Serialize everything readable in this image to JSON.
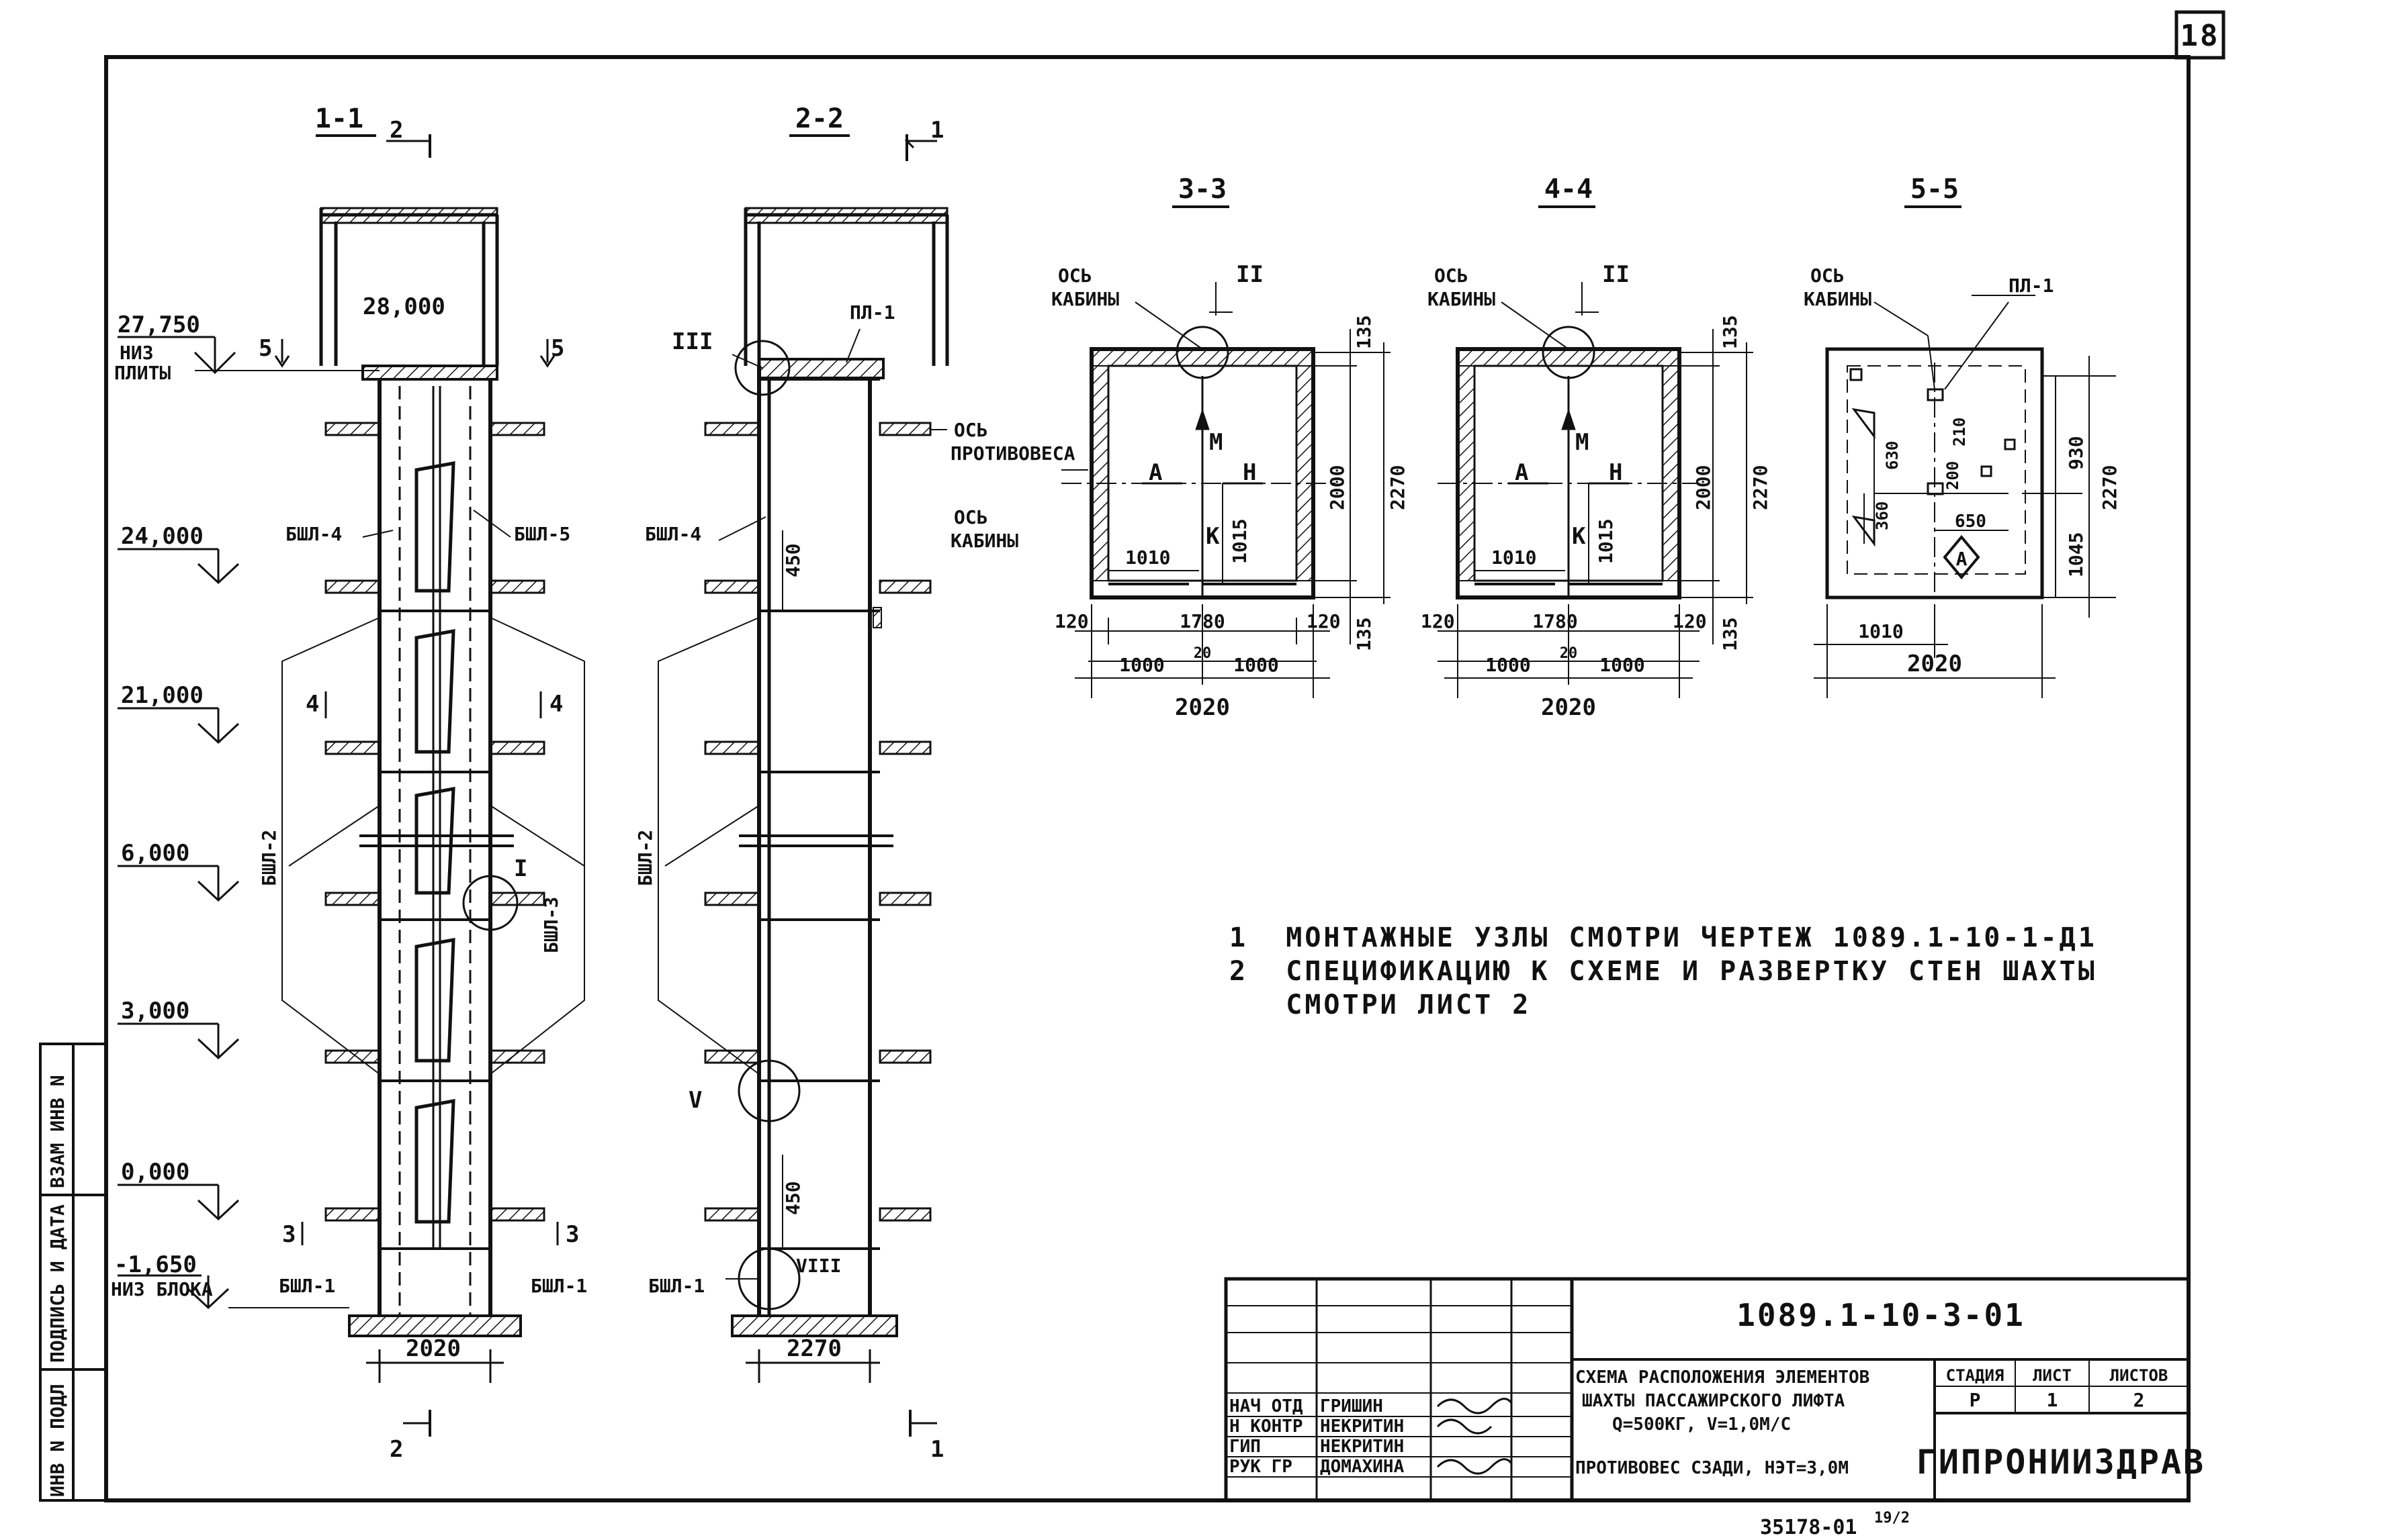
{
  "sheet": {
    "page_number": "18",
    "bottom_number": "35178-01",
    "bottom_suffix": "19/2"
  },
  "side_stamp": [
    "ИНВ N ПОДЛ",
    "ПОДПИСЬ И ДАТА",
    "ВЗАМ ИНВ N"
  ],
  "section_1_1": {
    "title": "1-1",
    "cut_top": "2",
    "cut_bottom": "2",
    "top_elev": "28,000",
    "slab_elev": "27,750",
    "slab_note_1": "НИЗ",
    "slab_note_2": "ПЛИТЫ",
    "levels": [
      "24,000",
      "21,000",
      "6,000",
      "3,000",
      "0,000"
    ],
    "bottom_elev": "-1,650",
    "bottom_note": "НИЗ БЛОКА",
    "mark_5": "5",
    "mark_4": "4",
    "mark_3": "3",
    "labels": {
      "bshl4": "БШЛ-4",
      "bshl5": "БШЛ-5",
      "bshl2": "БШЛ-2",
      "bshl3": "БШЛ-3",
      "bshl1_left": "БШЛ-1",
      "bshl1_right": "БШЛ-1",
      "node_1": "I"
    },
    "width_dim": "2020"
  },
  "section_2_2": {
    "title": "2-2",
    "cut_top": "1",
    "cut_bottom": "1",
    "pl1": "ПЛ-1",
    "node_3": "III",
    "node_5": "V",
    "node_8": "VIII",
    "bshl4": "БШЛ-4",
    "bshl2": "БШЛ-2",
    "bshl1": "БШЛ-1",
    "dim_450_top": "450",
    "dim_450_bottom": "450",
    "width_dim": "2270",
    "axis_counterweight_1": "ОСЬ",
    "axis_counterweight_2": "ПРОТИВОВЕСА",
    "axis_cabin_1": "ОСЬ",
    "axis_cabin_2": "КАБИНЫ"
  },
  "plan_3_3": {
    "title": "3-3",
    "axis_1": "ОСЬ",
    "axis_2": "КАБИНЫ",
    "node": "II",
    "dim_135_top": "135",
    "dim_2000": "2000",
    "dim_2270": "2270",
    "dim_1015": "1015",
    "dim_1010": "1010",
    "dim_135_bot": "135",
    "dim_120_l": "120",
    "dim_1780": "1780",
    "dim_120_r": "120",
    "dim_1000_l": "1000",
    "dim_20": "20",
    "dim_1000_r": "1000",
    "dim_2020": "2020",
    "letter_m": "М",
    "letter_a": "А",
    "letter_n": "Н",
    "letter_k": "К"
  },
  "plan_4_4": {
    "title": "4-4",
    "axis_1": "ОСЬ",
    "axis_2": "КАБИНЫ",
    "node": "II",
    "dim_135_top": "135",
    "dim_2000": "2000",
    "dim_2270": "2270",
    "dim_1015": "1015",
    "dim_1010": "1010",
    "dim_135_bot": "135",
    "dim_120_l": "120",
    "dim_1780": "1780",
    "dim_120_r": "120",
    "dim_1000_l": "1000",
    "dim_20": "20",
    "dim_1000_r": "1000",
    "dim_2020": "2020",
    "letter_m": "М",
    "letter_a": "А",
    "letter_n": "Н",
    "letter_k": "К"
  },
  "plan_5_5": {
    "title": "5-5",
    "axis_1": "ОСЬ",
    "axis_2": "КАБИНЫ",
    "pl1": "ПЛ-1",
    "dim_630": "630",
    "dim_360": "360",
    "dim_200": "200",
    "dim_210": "210",
    "dim_650": "650",
    "dim_930": "930",
    "dim_1045": "1045",
    "dim_2270": "2270",
    "dim_1010": "1010",
    "dim_2020": "2020",
    "mark_a": "А"
  },
  "notes": [
    "1  МОНТАЖНЫЕ УЗЛЫ СМОТРИ ЧЕРТЕЖ 1089.1-10-1-Д1",
    "2  СПЕЦИФИКАЦИЮ К СХЕМЕ И РАЗВЕРТКУ СТЕН ШАХТЫ",
    "   СМОТРИ ЛИСТ 2"
  ],
  "title_block": {
    "doc_code": "1089.1-10-3-01",
    "title_lines": [
      "СХЕМА РАСПОЛОЖЕНИЯ ЭЛЕМЕНТОВ",
      "ШАХТЫ ПАССАЖИРСКОГО ЛИФТА",
      "Q=500КГ,  V=1,0М/С",
      "ПРОТИВОВЕС СЗАДИ, НЭТ=3,0М"
    ],
    "stage_label": "СТАДИЯ",
    "sheet_label": "ЛИСТ",
    "sheets_label": "ЛИСТОВ",
    "stage": "Р",
    "sheet": "1",
    "sheets": "2",
    "organization": "ГИПРОНИИЗДРАВ",
    "people": [
      {
        "role": "НАЧ ОТД",
        "name": "ГРИШИН"
      },
      {
        "role": "Н КОНТР",
        "name": "НЕКРИТИН"
      },
      {
        "role": "ГИП",
        "name": "НЕКРИТИН"
      },
      {
        "role": "РУК ГР",
        "name": "ДОМАХИНА"
      }
    ]
  }
}
